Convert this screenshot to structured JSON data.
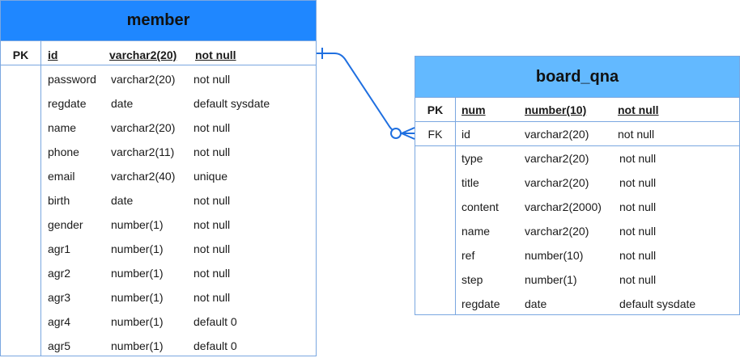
{
  "member": {
    "title": "member",
    "pk": {
      "key": "PK",
      "name": "id",
      "type": "varchar2(20)",
      "constraint": "not null"
    },
    "attributes": [
      {
        "name": "password",
        "type": "varchar2(20)",
        "constraint": "not null"
      },
      {
        "name": "regdate",
        "type": "date",
        "constraint": "default sysdate"
      },
      {
        "name": "name",
        "type": "varchar2(20)",
        "constraint": "not null"
      },
      {
        "name": "phone",
        "type": "varchar2(11)",
        "constraint": "not null"
      },
      {
        "name": "email",
        "type": "varchar2(40)",
        "constraint": "unique"
      },
      {
        "name": "birth",
        "type": "date",
        "constraint": "not null"
      },
      {
        "name": "gender",
        "type": "number(1)",
        "constraint": "not null"
      },
      {
        "name": "agr1",
        "type": "number(1)",
        "constraint": "not null"
      },
      {
        "name": "agr2",
        "type": "number(1)",
        "constraint": "not null"
      },
      {
        "name": "agr3",
        "type": "number(1)",
        "constraint": "not null"
      },
      {
        "name": "agr4",
        "type": "number(1)",
        "constraint": "default 0"
      },
      {
        "name": "agr5",
        "type": "number(1)",
        "constraint": "default 0"
      }
    ]
  },
  "board_qna": {
    "title": "board_qna",
    "pk": {
      "key": "PK",
      "name": "num",
      "type": "number(10)",
      "constraint": "not null"
    },
    "fk": {
      "key": "FK",
      "name": "id",
      "type": "varchar2(20)",
      "constraint": "not null"
    },
    "attributes": [
      {
        "name": "type",
        "type": "varchar2(20)",
        "constraint": "not null"
      },
      {
        "name": "title",
        "type": "varchar2(20)",
        "constraint": "not null"
      },
      {
        "name": "content",
        "type": "varchar2(2000)",
        "constraint": "not null"
      },
      {
        "name": "name",
        "type": "varchar2(20)",
        "constraint": "not null"
      },
      {
        "name": "ref",
        "type": "number(10)",
        "constraint": "not null"
      },
      {
        "name": "step",
        "type": "number(1)",
        "constraint": "not null"
      },
      {
        "name": "regdate",
        "type": "date",
        "constraint": "default sysdate"
      }
    ]
  },
  "colors": {
    "member_header": "#1f87ff",
    "board_header": "#63b9ff",
    "border": "#7aa7e0",
    "connector": "#1f6fe0"
  },
  "relationship": {
    "from": "member.id",
    "to": "board_qna.id",
    "notation": "one-to-zero-or-many"
  }
}
